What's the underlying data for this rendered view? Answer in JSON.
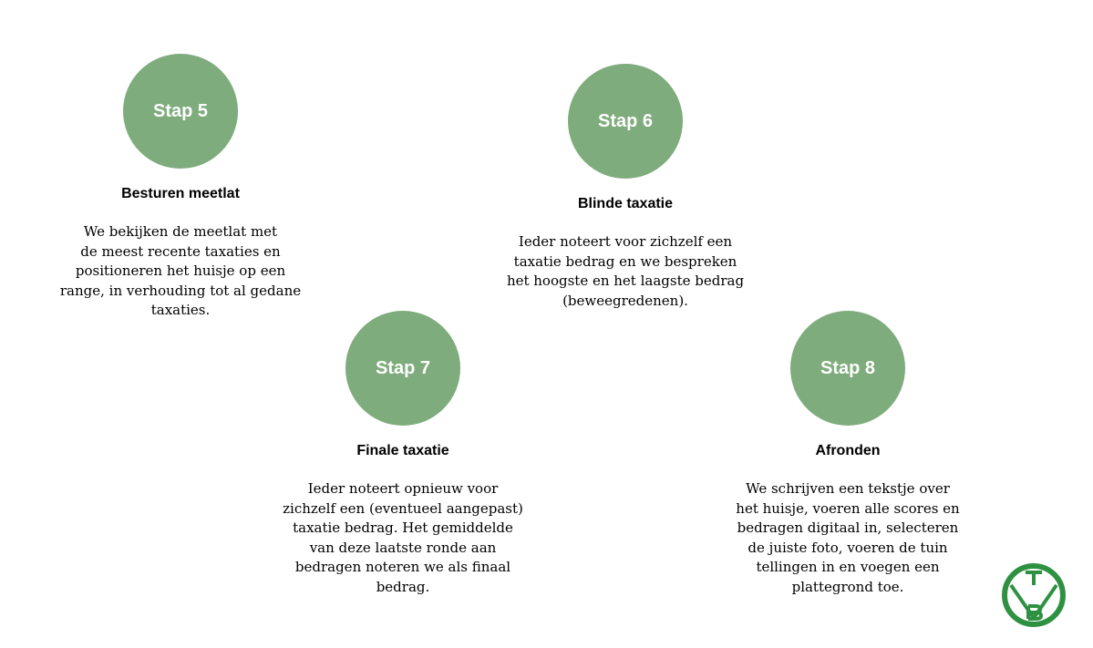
{
  "steps": [
    {
      "badge": "Stap 5",
      "title": "Besturen meetlat",
      "lines": [
        "We bekijken de meetlat met",
        "de meest recente taxaties en",
        "positioneren het huisje op een",
        "range, in verhouding tot al gedane",
        "taxaties."
      ]
    },
    {
      "badge": "Stap 6",
      "title": "Blinde taxatie",
      "lines": [
        "Ieder noteert voor zichzelf een",
        "taxatie bedrag en we bespreken",
        "het hoogste en het laagste bedrag",
        "(beweegredenen)."
      ]
    },
    {
      "badge": "Stap 7",
      "title": "Finale taxatie",
      "lines": [
        "Ieder noteert opnieuw voor",
        "zichzelf een (eventueel aangepast)",
        "taxatie bedrag. Het gemiddelde",
        "van deze laatste ronde aan",
        "bedragen noteren we als finaal",
        "bedrag."
      ]
    },
    {
      "badge": "Stap 8",
      "title": "Afronden",
      "lines": [
        "We schrijven een tekstje over",
        "het huisje, voeren alle scores en",
        "bedragen digitaal in, selecteren",
        "de juiste foto, voeren de tuin",
        "tellingen in en voegen een",
        "plattegrond toe."
      ]
    }
  ],
  "logo": {
    "letters": [
      "T",
      "V",
      "B"
    ],
    "color": "#2e9141"
  },
  "colors": {
    "circle": "#7fac7c",
    "text": "#000000"
  }
}
